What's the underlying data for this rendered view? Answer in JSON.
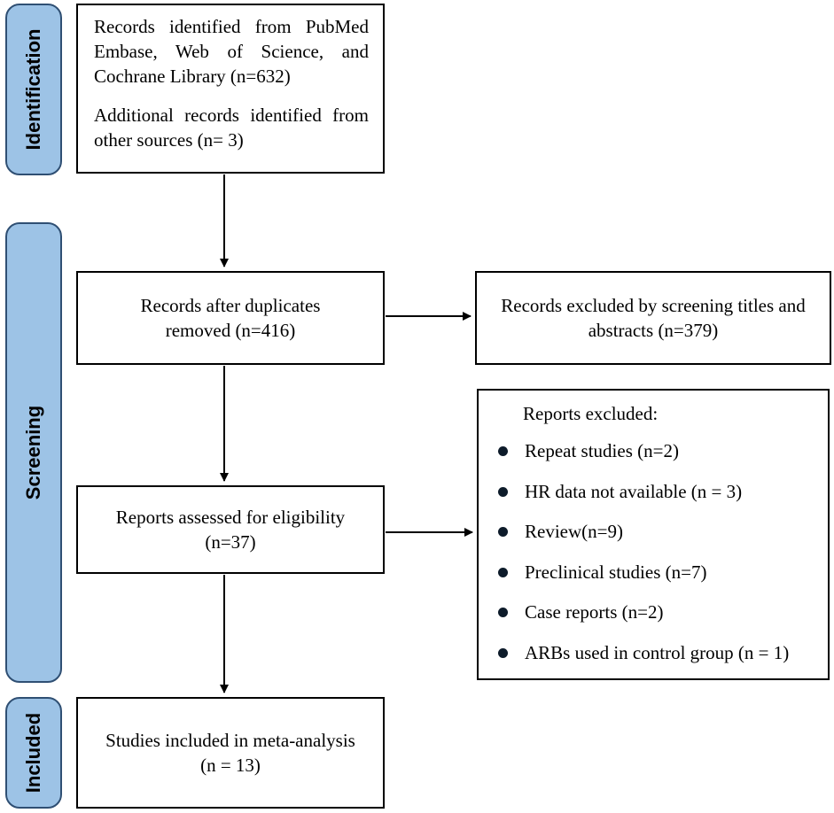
{
  "phases": {
    "identification": "Identification",
    "screening": "Screening",
    "included": "Included"
  },
  "identification": {
    "records_databases": "Records identified from PubMed Embase, Web of Science, and Cochrane Library (n=632)",
    "records_other": "Additional records identified from other sources (n= 3)"
  },
  "screening": {
    "after_duplicates": "Records after duplicates removed (n=416)",
    "excluded_titles": "Records excluded by screening titles and abstracts (n=379)",
    "assessed": "Reports assessed for eligibility (n=37)",
    "reports_excluded": {
      "title": "Reports excluded:",
      "items": [
        "Repeat studies (n=2)",
        "HR data not available (n = 3)",
        "Review(n=9)",
        "Preclinical studies (n=7)",
        "Case reports (n=2)",
        "ARBs used in control group (n = 1)"
      ]
    }
  },
  "included": {
    "studies": "Studies included in meta-analysis (n = 13)"
  },
  "colors": {
    "phase_fill": "#9dc3e6",
    "phase_border": "#2f4f73",
    "bullet": "#0d1b2a"
  }
}
